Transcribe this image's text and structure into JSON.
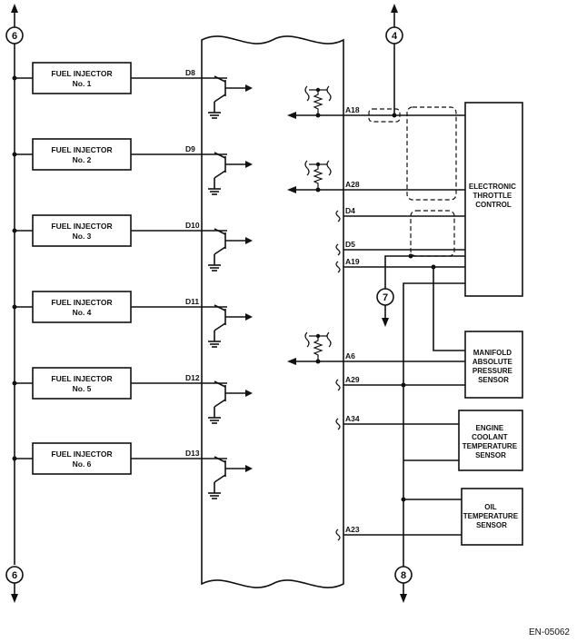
{
  "injectors": [
    {
      "name": "FUEL INJECTOR",
      "num": "No. 1",
      "pin": "D8"
    },
    {
      "name": "FUEL INJECTOR",
      "num": "No. 2",
      "pin": "D9"
    },
    {
      "name": "FUEL INJECTOR",
      "num": "No. 3",
      "pin": "D10"
    },
    {
      "name": "FUEL INJECTOR",
      "num": "No. 4",
      "pin": "D11"
    },
    {
      "name": "FUEL INJECTOR",
      "num": "No. 5",
      "pin": "D12"
    },
    {
      "name": "FUEL INJECTOR",
      "num": "No. 6",
      "pin": "D13"
    }
  ],
  "pins": {
    "a18": "A18",
    "a28": "A28",
    "d4": "D4",
    "d5": "D5",
    "a19": "A19",
    "a6": "A6",
    "a29": "A29",
    "a34": "A34",
    "a23": "A23"
  },
  "components": {
    "etc": [
      "ELECTRONIC",
      "THROTTLE",
      "CONTROL"
    ],
    "map": [
      "MANIFOLD",
      "ABSOLUTE",
      "PRESSURE",
      "SENSOR"
    ],
    "ect": [
      "ENGINE",
      "COOLANT",
      "TEMPERATURE",
      "SENSOR"
    ],
    "oil": [
      "OIL",
      "TEMPERATURE",
      "SENSOR"
    ]
  },
  "connectors": {
    "left_top": "6",
    "left_bottom": "6",
    "top": "4",
    "mid": "7",
    "bottom": "8"
  },
  "figure_ref": "EN-05062"
}
